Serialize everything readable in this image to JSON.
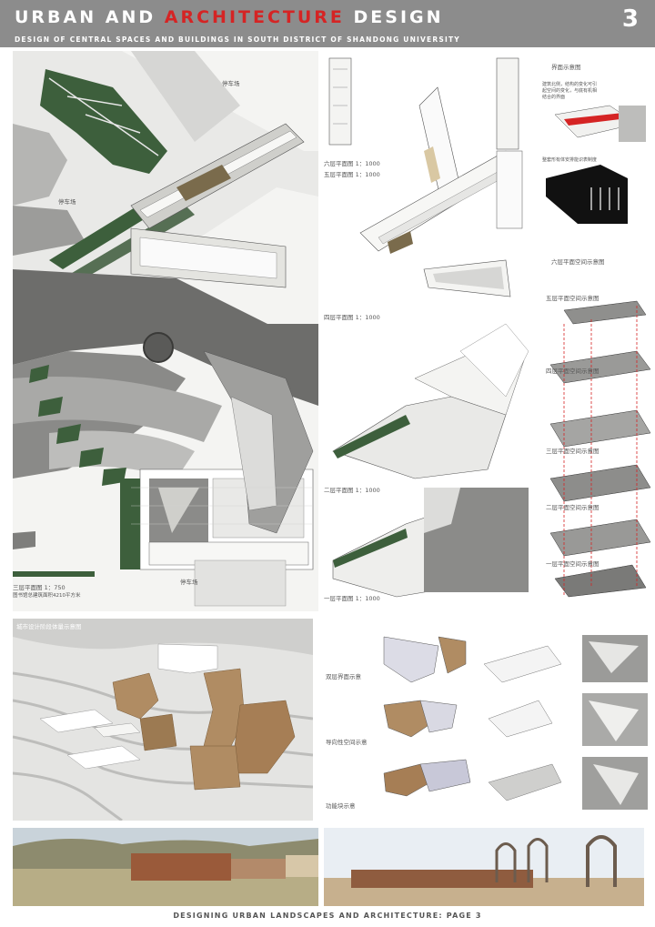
{
  "header": {
    "title_pre": "URBAN AND ",
    "title_accent": "ARCHITECTURE",
    "title_post": " DESIGN",
    "page_number": "3",
    "subtitle": "DESIGN OF CENTRAL SPACES AND BUILDINGS IN SOUTH DISTRICT OF SHANDONG UNIVERSITY"
  },
  "site_plan": {
    "parking_label_1": "停车场",
    "parking_label_2": "停车场",
    "parking_label_3": "停车场",
    "scale_label": "三层平面图 1：750",
    "note": "图书馆总建筑面积4210平方米"
  },
  "floor_plans": {
    "sixth": "六层平面图 1：1000",
    "fifth": "五层平面图 1：1000",
    "fourth": "四层平面图 1：1000",
    "second": "二层平面图 1：1000",
    "first": "一层平面图 1：1000"
  },
  "right_column": {
    "interface_label": "界面示意图",
    "interface_note": "建筑北侧，结构的变化可引起空间的变化，与底有机相结合的界面",
    "mass_note": "整套形有体安排能识表制度",
    "sixth_space": "六层平面空间示意图",
    "fifth_space": "五层平面空间示意图",
    "fourth_space": "四层平面空间示意图",
    "third_space": "三层平面空间示意图",
    "second_space": "二层平面空间示意图",
    "first_space": "一层平面空间示意图"
  },
  "model": {
    "label": "城市设计阶段体量示意图"
  },
  "diagrams": {
    "double_interface": "双层界面示意",
    "guide_space": "导向性空间示意",
    "function_blocks": "功能块示意"
  },
  "footer": {
    "text": "DESIGNING URBAN LANDSCAPES AND ARCHITECTURE: PAGE 3"
  }
}
